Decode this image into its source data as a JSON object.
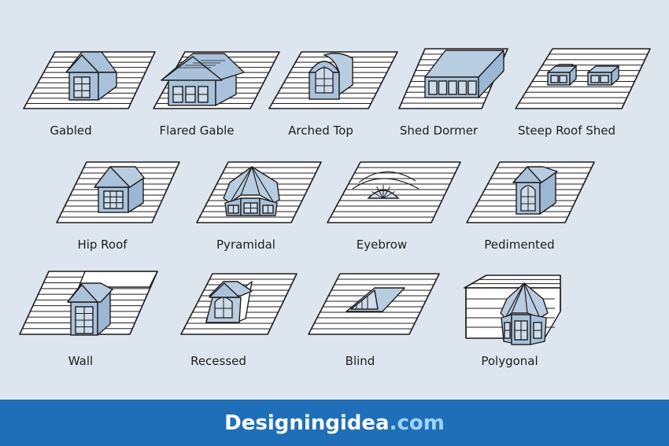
{
  "diagram": {
    "items": [
      {
        "id": "gabled",
        "label": "Gabled",
        "icon": "gabled-dormer-icon"
      },
      {
        "id": "flared-gable",
        "label": "Flared Gable",
        "icon": "flared-gable-dormer-icon"
      },
      {
        "id": "arched-top",
        "label": "Arched Top",
        "icon": "arched-top-dormer-icon"
      },
      {
        "id": "shed-dormer",
        "label": "Shed Dormer",
        "icon": "shed-dormer-icon"
      },
      {
        "id": "steep-roof-shed",
        "label": "Steep Roof Shed",
        "icon": "steep-roof-shed-dormer-icon"
      },
      {
        "id": "hip-roof",
        "label": "Hip Roof",
        "icon": "hip-roof-dormer-icon"
      },
      {
        "id": "pyramidal",
        "label": "Pyramidal",
        "icon": "pyramidal-dormer-icon"
      },
      {
        "id": "eyebrow",
        "label": "Eyebrow",
        "icon": "eyebrow-dormer-icon"
      },
      {
        "id": "pedimented",
        "label": "Pedimented",
        "icon": "pedimented-dormer-icon"
      },
      {
        "id": "wall",
        "label": "Wall",
        "icon": "wall-dormer-icon"
      },
      {
        "id": "recessed",
        "label": "Recessed",
        "icon": "recessed-dormer-icon"
      },
      {
        "id": "blind",
        "label": "Blind",
        "icon": "blind-dormer-icon"
      },
      {
        "id": "polygonal",
        "label": "Polygonal",
        "icon": "polygonal-dormer-icon"
      }
    ]
  },
  "footer": {
    "brand_main": "Designingidea",
    "brand_tld": ".com"
  },
  "colors": {
    "background": "#dde6ee",
    "dormer_fill": "#a9c2da",
    "outline": "#1d1d1d",
    "footer": "#1f6fb8",
    "brand_tld": "#9fd4ff"
  }
}
